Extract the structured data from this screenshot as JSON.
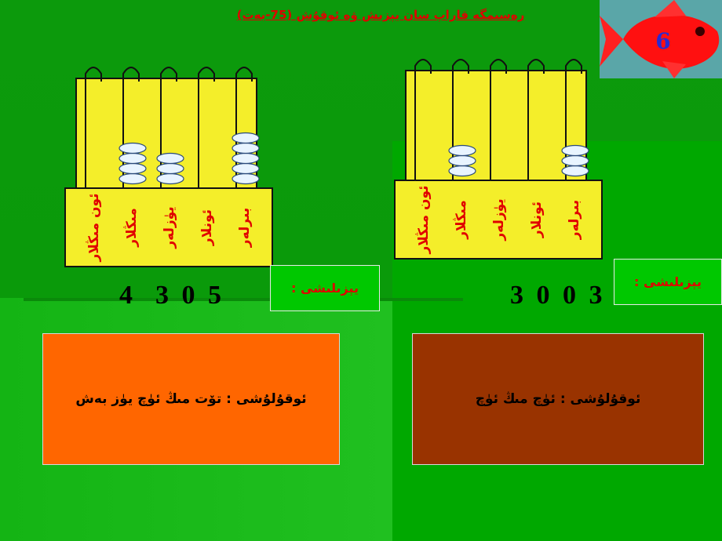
{
  "title": "رەسىمگە قاراپ سان يېزىش ۋە ئوقۇش (75-بەت)",
  "page_number": "6",
  "colors": {
    "background": "#0a9a0a",
    "abacus_body": "#f4ee2a",
    "read_left_bg": "#ff6600",
    "read_right_bg": "#993300",
    "label_red": "#e00000"
  },
  "abacus_left": {
    "columns": [
      "بىرلەر",
      "ئونلار",
      "يۈزلەر",
      "مىڭلار",
      "ئون مىڭلار"
    ],
    "beads": [
      5,
      0,
      3,
      4,
      0
    ]
  },
  "abacus_right": {
    "columns": [
      "بىرلەر",
      "ئونلار",
      "يۈزلەر",
      "مىڭلار",
      "ئون مىڭلار"
    ],
    "beads": [
      3,
      0,
      0,
      3,
      0
    ]
  },
  "number_left": "4  3 0 5",
  "number_right": "3 0 0 3",
  "write_label_left": "يېزىلىشى :",
  "write_label_right": "يېزىلىشى :",
  "reading_left": "ئوقۇلۇشى : ئۈچ مىڭ ئۈچ",
  "reading_right": "ئوقۇلۇشى : تۆت مىڭ ئۈچ يۈز بەش"
}
